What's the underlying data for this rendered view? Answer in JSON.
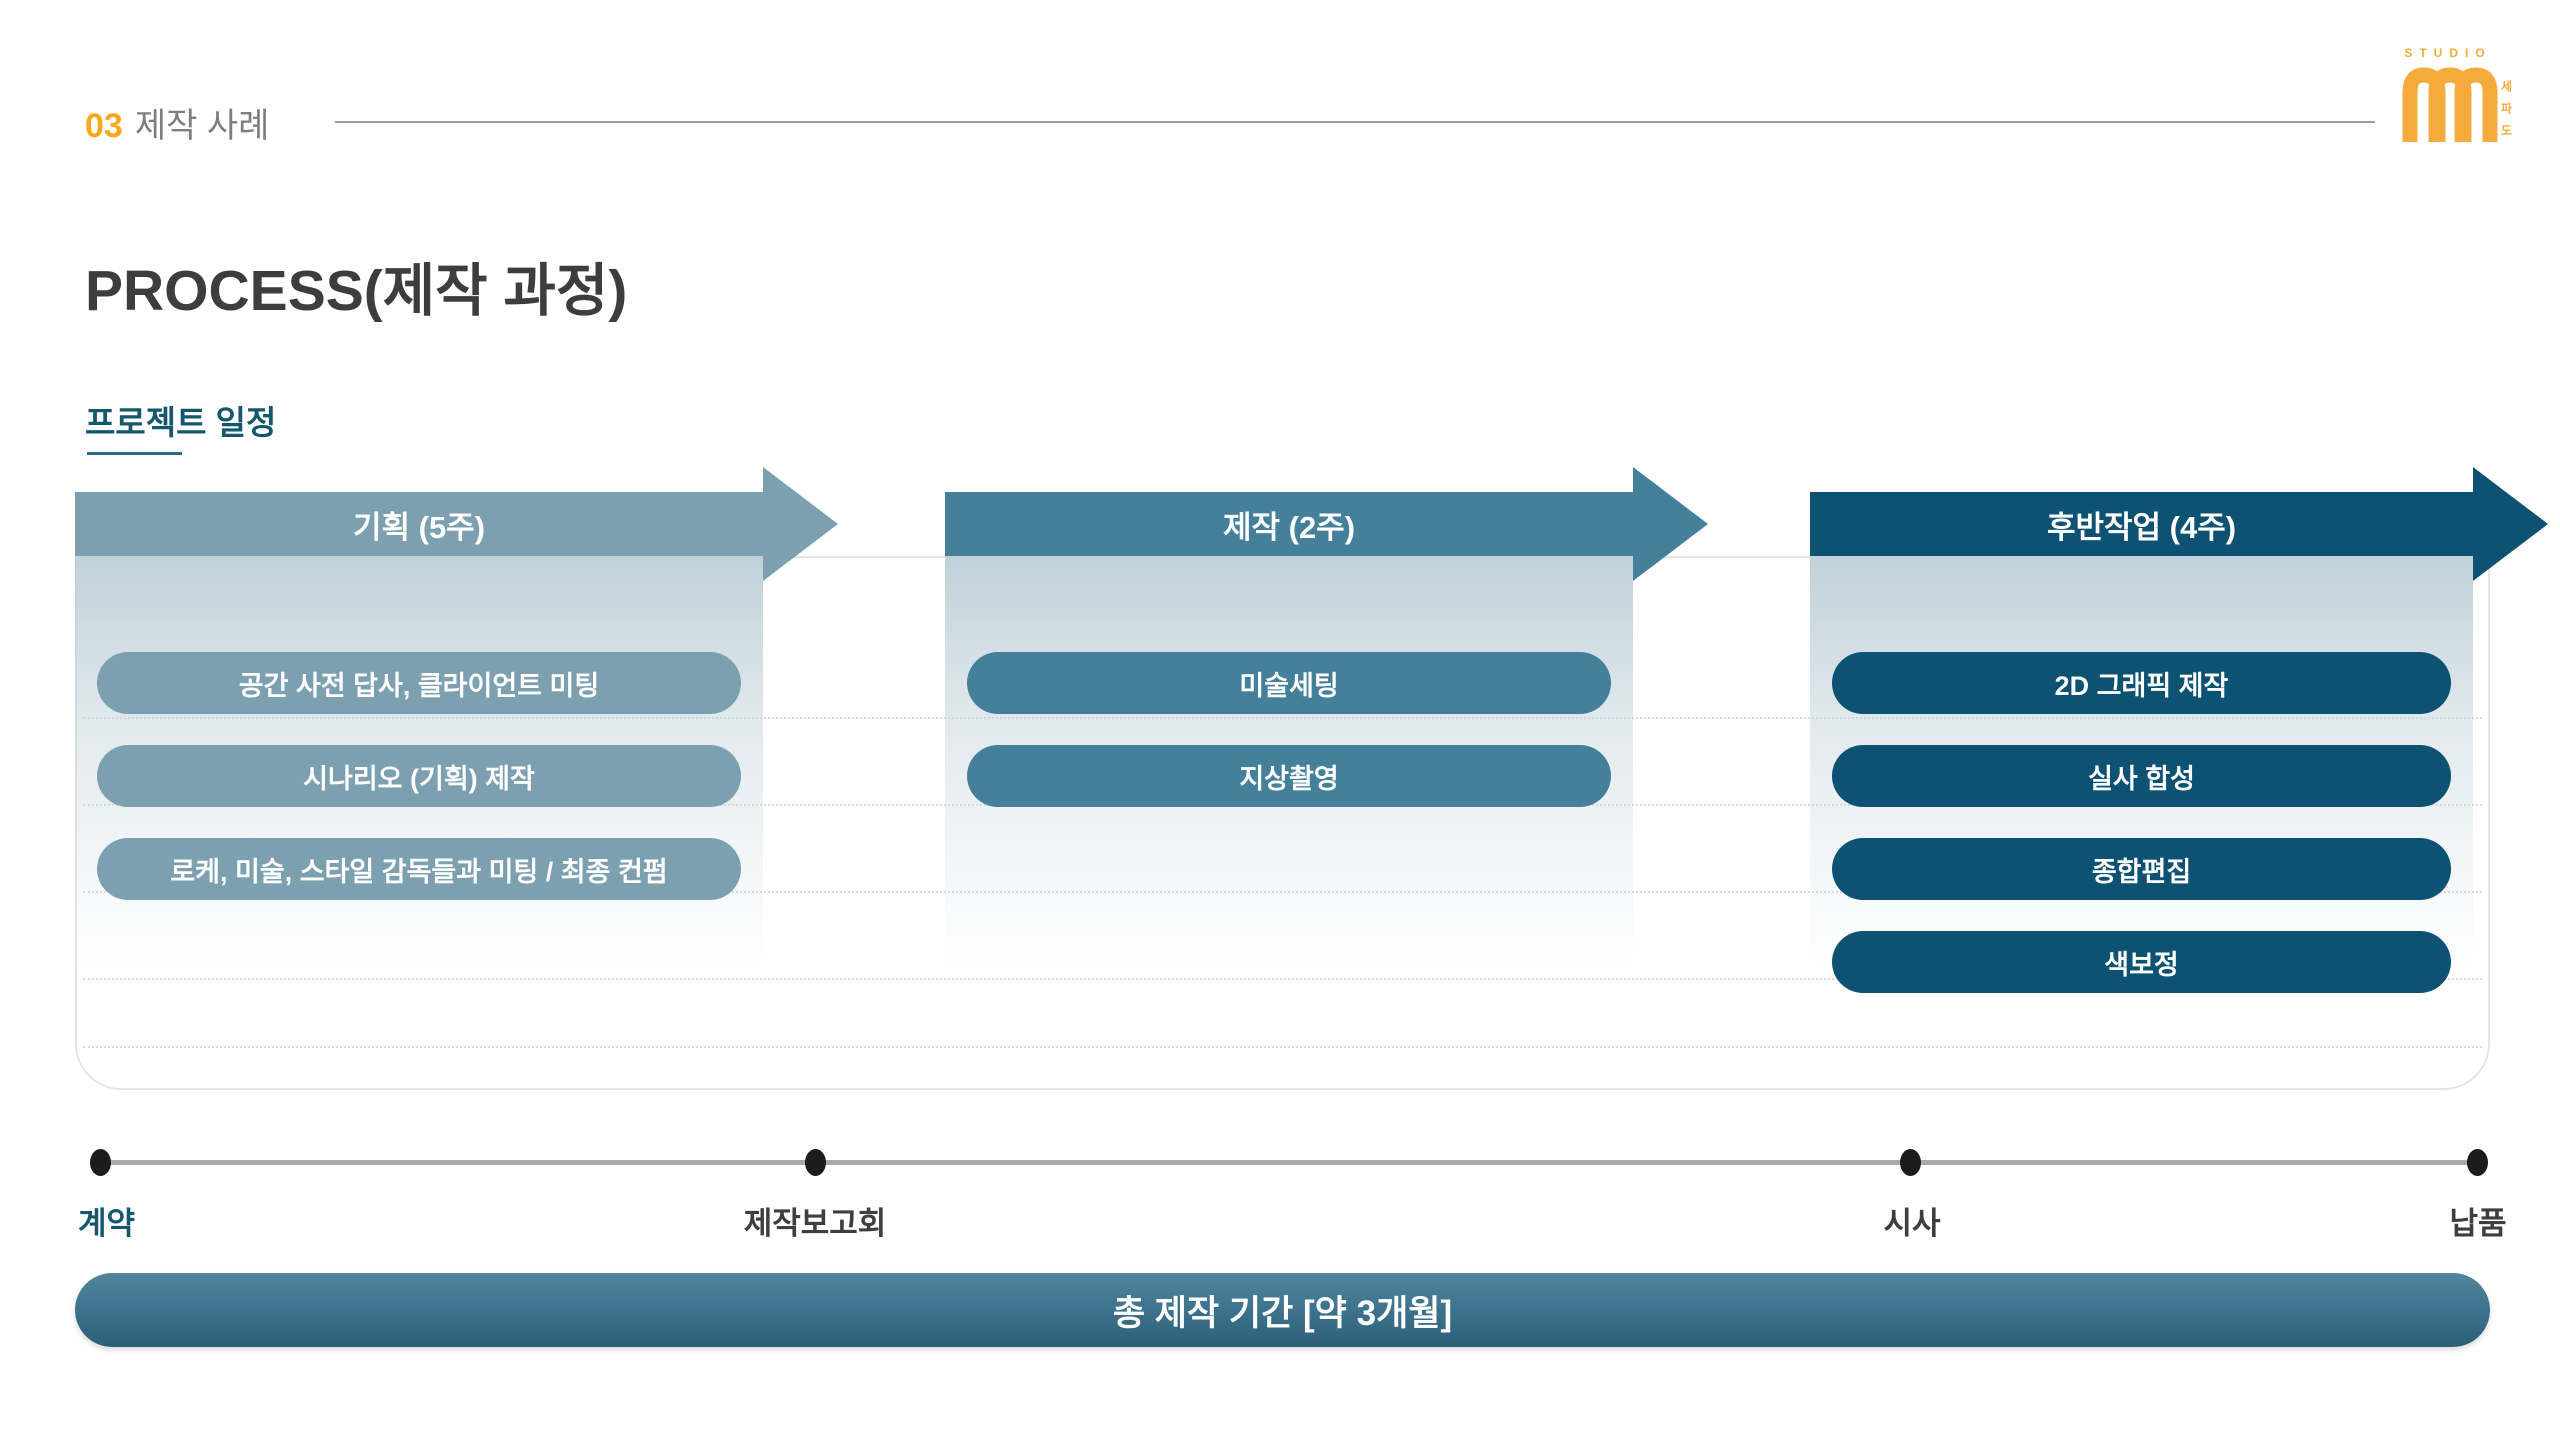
{
  "header": {
    "section_number": "03",
    "section_title": "제작 사례",
    "logo": {
      "studio_text": "STUDIO",
      "korean_text": "세파도"
    }
  },
  "title": "PROCESS(제작 과정)",
  "subtitle": "프로젝트 일정",
  "colors": {
    "accent_orange": "#F8A81B",
    "logo_gold": "#F3AC3C",
    "phase1": "#7DA0B0",
    "phase2": "#44809A",
    "phase3": "#0E5273",
    "teal_text": "#15586E",
    "summary_gradient_top": "#53869C",
    "summary_gradient_bottom": "#2C5F76"
  },
  "phases": [
    {
      "label": "기획 (5주)",
      "tasks": [
        "공간 사전 답사, 클라이언트 미팅",
        "시나리오 (기획) 제작",
        "로케, 미술, 스타일 감독들과 미팅 / 최종 컨펌"
      ]
    },
    {
      "label": "제작 (2주)",
      "tasks": [
        "미술세팅",
        "지상촬영"
      ]
    },
    {
      "label": "후반작업 (4주)",
      "tasks": [
        "2D 그래픽 제작",
        "실사 합성",
        "종합편집",
        "색보정"
      ]
    }
  ],
  "timeline": {
    "milestones": [
      {
        "label": "계약"
      },
      {
        "label": "제작보고회"
      },
      {
        "label": "시사"
      },
      {
        "label": "납품"
      }
    ]
  },
  "summary": "총 제작 기간 [약 3개월]"
}
